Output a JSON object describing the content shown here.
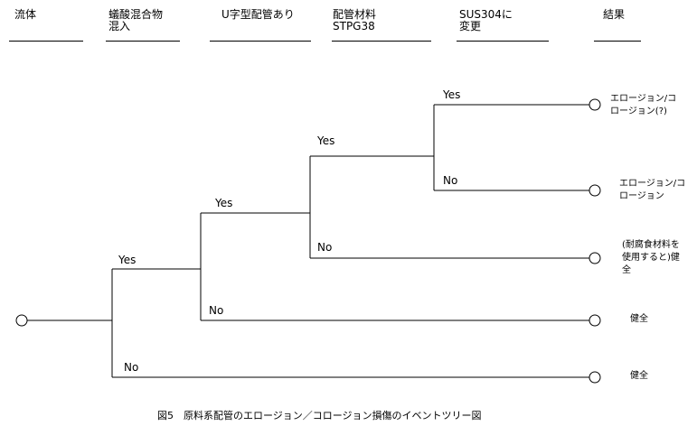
{
  "headers": [
    {
      "label": "流体"
    },
    {
      "label": "蟻酸混合物\n混入"
    },
    {
      "label": "U字型配管あり"
    },
    {
      "label": "配管材料\nSTPG38"
    },
    {
      "label": "SUS304に\n変更"
    },
    {
      "label": "結果"
    }
  ],
  "branches": {
    "b1_yes": "Yes",
    "b1_no": "No",
    "b2_yes": "Yes",
    "b2_no": "No",
    "b3_yes": "Yes",
    "b3_no": "No",
    "b4_yes": "Yes",
    "b4_no": "No"
  },
  "results": [
    {
      "text": "エロージョン/コ\nロージョン(?)"
    },
    {
      "text": "エロージョン/コ\nロージョン"
    },
    {
      "text": "(耐腐食材料を\n使用すると)健\n全"
    },
    {
      "text": "健全"
    },
    {
      "text": "健全"
    }
  ],
  "caption": "図5　原料系配管のエロージョン／コロージョン損傷のイベントツリー図"
}
